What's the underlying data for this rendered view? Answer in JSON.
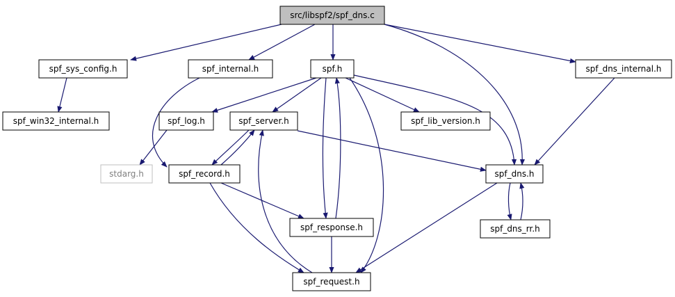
{
  "graph": {
    "root": "src/libspf2/spf_dns.c",
    "colors": {
      "edge": "#191970",
      "root_fill": "#bfbfbf",
      "external_border": "#bfbfbf",
      "external_text": "#7f7f7f"
    },
    "nodes": {
      "root": "src/libspf2/spf_dns.c",
      "spf_sys_config": "spf_sys_config.h",
      "spf_internal": "spf_internal.h",
      "spf": "spf.h",
      "spf_dns_internal": "spf_dns_internal.h",
      "spf_win32_internal": "spf_win32_internal.h",
      "spf_log": "spf_log.h",
      "spf_server": "spf_server.h",
      "spf_lib_version": "spf_lib_version.h",
      "stdarg": "stdarg.h",
      "spf_record": "spf_record.h",
      "spf_dns": "spf_dns.h",
      "spf_response": "spf_response.h",
      "spf_dns_rr": "spf_dns_rr.h",
      "spf_request": "spf_request.h"
    }
  }
}
